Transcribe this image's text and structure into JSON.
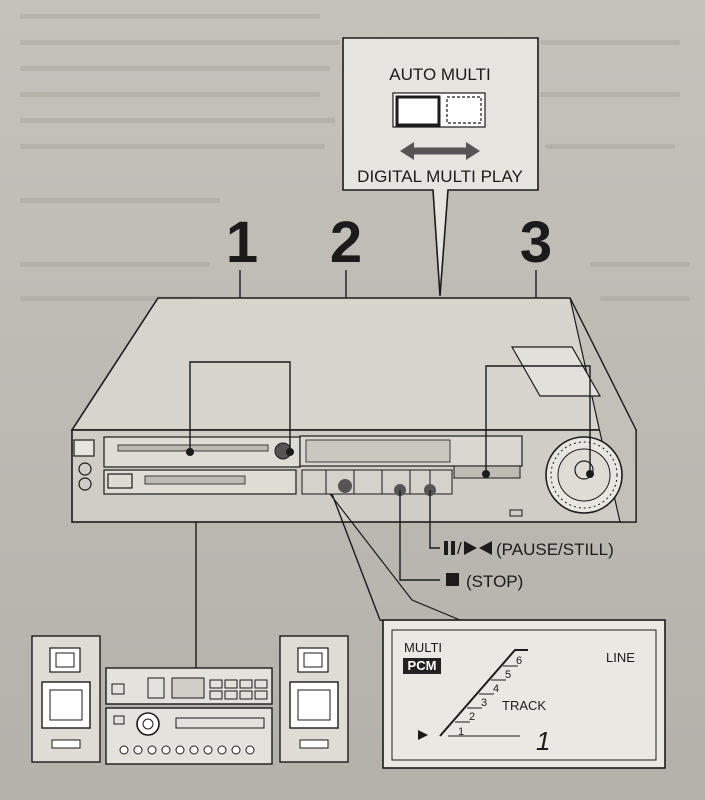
{
  "callout_top": {
    "auto_multi": "AUTO MULTI",
    "digital_multi_play": "DIGITAL MULTI PLAY"
  },
  "step_numbers": [
    "1",
    "2",
    "3"
  ],
  "buttons": {
    "pause_still": "(PAUSE/STILL)",
    "stop": "(STOP)"
  },
  "display_panel": {
    "multi": "MULTI",
    "pcm": "PCM",
    "line": "LINE",
    "track_label": "TRACK",
    "track_number": "1",
    "ladder": [
      "1",
      "2",
      "3",
      "4",
      "5",
      "6"
    ]
  }
}
